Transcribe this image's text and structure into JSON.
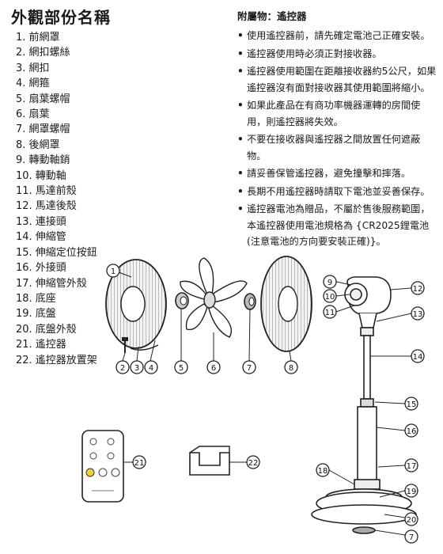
{
  "title": "外觀部份名稱",
  "parts": [
    "1. 前網罩",
    "2. 網扣螺絲",
    "3. 網扣",
    "4. 網箍",
    "5. 扇葉螺帽",
    "6. 扇葉",
    "7. 網罩螺帽",
    "8. 後網罩",
    "9. 轉動軸銷",
    "10. 轉動軸",
    "11. 馬達前殼",
    "12. 馬達後殼",
    "13. 連接頭",
    "14. 伸縮管",
    "15. 伸縮定位按鈕",
    "16. 外接頭",
    "17. 伸縮管外殼",
    "18. 底座",
    "19. 底盤",
    "20. 底盤外殼",
    "21. 遙控器",
    "22. 遙控器放置架"
  ],
  "accessories": {
    "title": "附屬物：遙控器",
    "notes": [
      "使用遙控器前，請先確定電池己正確安裝。",
      "遙控器使用時必須正對接收器。",
      "遙控器使用範圍在距離接收器約5公尺，如果遙控器沒有面對接收器其使用範圍將縮小。",
      "如果此產品在有商功率機器運轉的房間使用，則遙控器將失效。",
      "不要在接收器與遙控器之間放置任何遮蔽物。",
      "請妥善保管遙控器，避免撞擊和摔落。",
      "長期不用遙控器時請取下電池並妥善保存。",
      "遙控器電池為贈品，不屬於售後服務範圍，本遙控器使用電池規格為 {CR2025鋰電池 (注意電池的方向要安裝正確)}。"
    ]
  },
  "callouts": [
    "1",
    "2",
    "3",
    "4",
    "5",
    "6",
    "7",
    "8",
    "9",
    "10",
    "11",
    "12",
    "13",
    "14",
    "15",
    "16",
    "17",
    "18",
    "19",
    "20",
    "21",
    "7"
  ]
}
